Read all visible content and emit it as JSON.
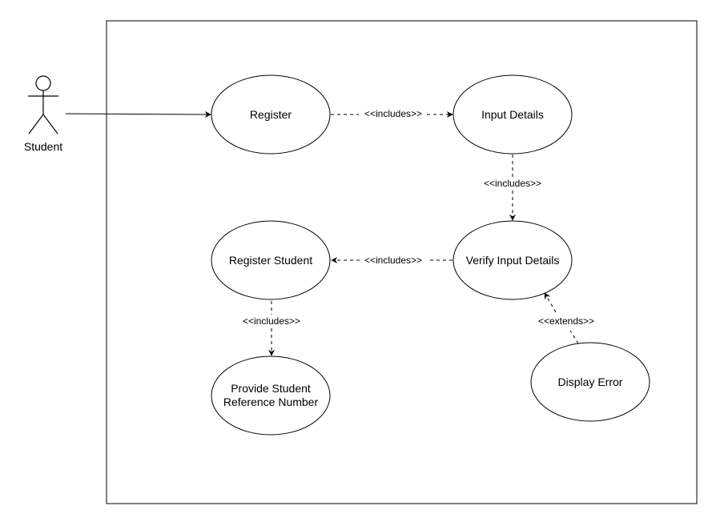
{
  "actor": {
    "label": "Student"
  },
  "use_cases": {
    "register": "Register",
    "input_details": "Input Details",
    "verify_input_details": "Verify Input Details",
    "register_student": "Register Student",
    "provide_ref_line1": "Provide Student",
    "provide_ref_line2": "Reference Number",
    "display_error": "Display Error"
  },
  "relationships": {
    "register_includes_input": "<<includes>>",
    "input_includes_verify": "<<includes>>",
    "verify_includes_register_student": "<<includes>>",
    "register_student_includes_provide": "<<includes>>",
    "display_error_extends_verify": "<<extends>>"
  }
}
